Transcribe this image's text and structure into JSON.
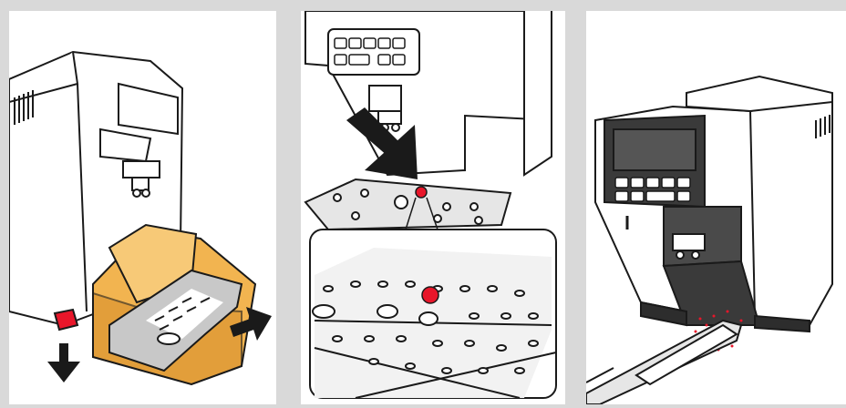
{
  "figure": {
    "panels": [
      {
        "id": "panel-1",
        "step": "remove-drip-tray"
      },
      {
        "id": "panel-2",
        "step": "check-float-indicator"
      },
      {
        "id": "panel-3",
        "step": "clean-with-vacuum"
      }
    ],
    "colors": {
      "background": "#d9d9d9",
      "panel": "#ffffff",
      "outline": "#1a1a1a",
      "tray_orange": "#f2b450",
      "tray_orange_dark": "#d9902c",
      "indicator_red": "#e8162a",
      "machine_dark": "#3a3a3a",
      "grate_gray": "#c8c8c8"
    },
    "icons": [
      "arrow-down-icon",
      "arrow-right-icon",
      "arrow-diagonal-icon"
    ]
  }
}
